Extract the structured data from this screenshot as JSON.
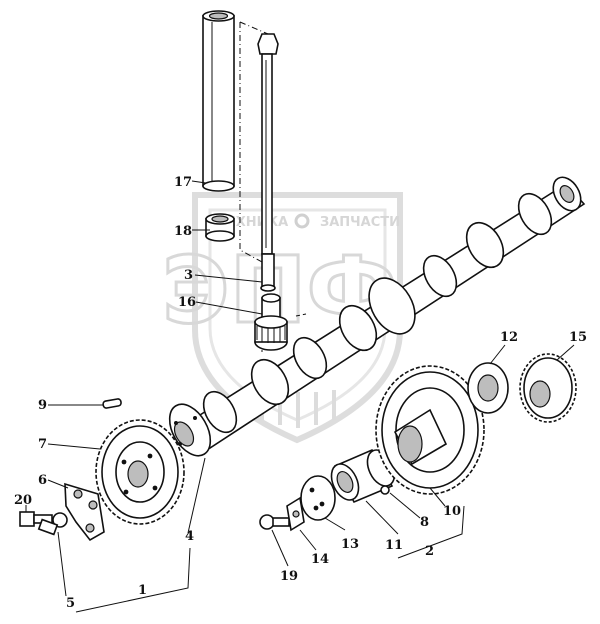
{
  "watermark": {
    "brand_left": "ТЕХНИКА",
    "brand_right": "ЗАПЧАСТИ",
    "logo_letters": "ЭПФ"
  },
  "callouts": {
    "c1": "1",
    "c2": "2",
    "c3": "3",
    "c4": "4",
    "c5": "5",
    "c6": "6",
    "c7": "7",
    "c8": "8",
    "c9": "9",
    "c10": "10",
    "c11": "11",
    "c12": "12",
    "c13": "13",
    "c14": "14",
    "c15": "15",
    "c16": "16",
    "c17": "17",
    "c18": "18",
    "c19": "19",
    "c20": "20"
  },
  "colors": {
    "ink": "#111111",
    "watermark": "#cfcfcf",
    "background": "#ffffff"
  }
}
